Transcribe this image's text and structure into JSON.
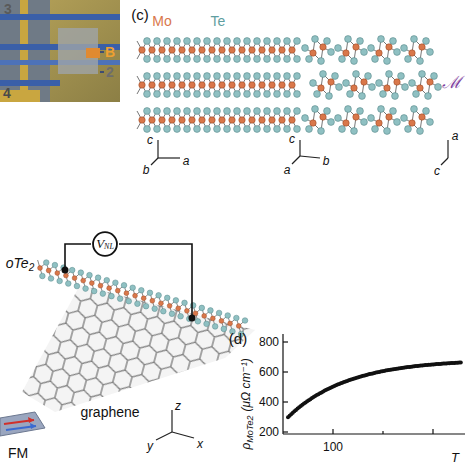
{
  "diagram": {
    "nodes": [
      {
        "text": [
          "V",
          "NL"
        ]
      }
    ],
    "labels": [
      "3",
      "B",
      "2",
      "4",
      "(c)",
      "Mo",
      "Te",
      "c",
      "b",
      "a",
      "c",
      "a",
      "b",
      "ℳ",
      "a",
      "c",
      "oTe",
      "2",
      "graphene",
      "FM",
      "z",
      "y",
      "x",
      "(d)",
      "800",
      "600",
      "400",
      "200",
      "ρ",
      "MoTe2",
      "(μΩ cm⁻¹)",
      "100",
      "T"
    ]
  }
}
